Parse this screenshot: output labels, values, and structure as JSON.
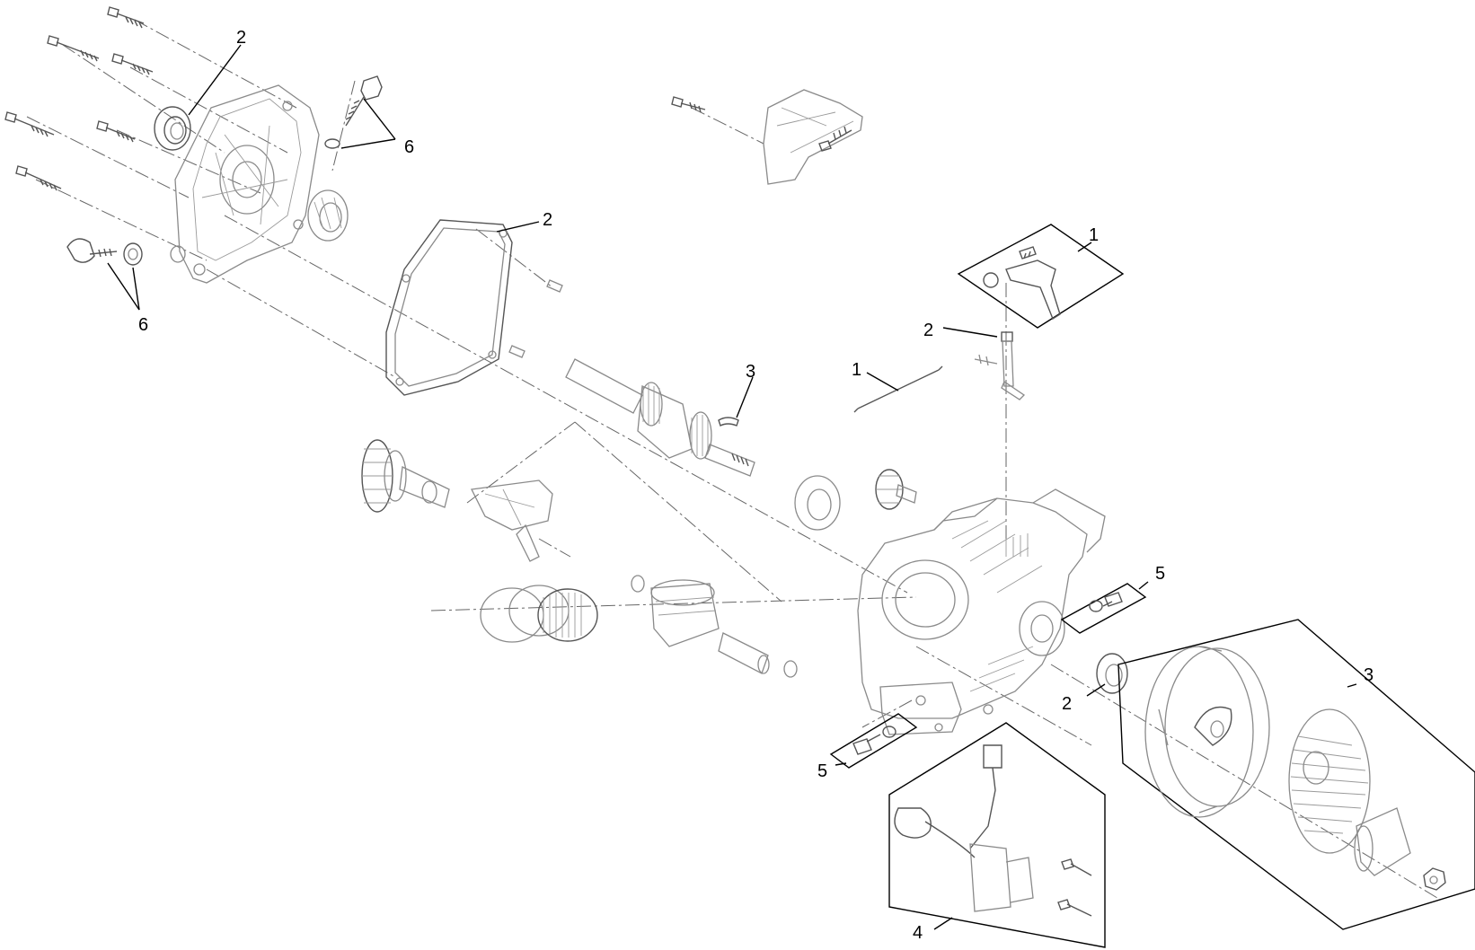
{
  "diagram": {
    "callouts": [
      {
        "id": "c-2-seal-top",
        "label": "2"
      },
      {
        "id": "c-6-dipstick-top",
        "label": "6"
      },
      {
        "id": "c-2-gasket",
        "label": "2"
      },
      {
        "id": "c-6-drain-plug",
        "label": "6"
      },
      {
        "id": "c-1-governor-kit",
        "label": "1"
      },
      {
        "id": "c-2-shaft-seal",
        "label": "2"
      },
      {
        "id": "c-1-link-rod",
        "label": "1"
      },
      {
        "id": "c-3-key",
        "label": "3"
      },
      {
        "id": "c-5-bolt-kit-right",
        "label": "5"
      },
      {
        "id": "c-3-flywheel-kit",
        "label": "3"
      },
      {
        "id": "c-2-seal-right",
        "label": "2"
      },
      {
        "id": "c-5-bolt-kit-left",
        "label": "5"
      },
      {
        "id": "c-4-ignition-kit",
        "label": "4"
      }
    ]
  }
}
